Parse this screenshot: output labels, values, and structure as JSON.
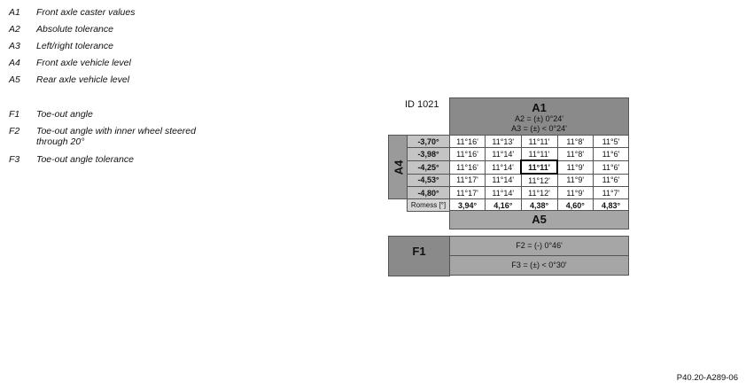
{
  "legend": [
    {
      "code": "A1",
      "desc": "Front axle caster values"
    },
    {
      "code": "A2",
      "desc": "Absolute tolerance"
    },
    {
      "code": "A3",
      "desc": "Left/right tolerance"
    },
    {
      "code": "A4",
      "desc": "Front axle vehicle level"
    },
    {
      "code": "A5",
      "desc": "Rear axle vehicle level"
    },
    {
      "code": "F1",
      "desc": "Toe-out angle"
    },
    {
      "code": "F2",
      "desc": "Toe-out angle with inner wheel steered through 20°"
    },
    {
      "code": "F3",
      "desc": "Toe-out angle tolerance"
    }
  ],
  "table": {
    "id_label": "ID 1021",
    "a1_label": "A1",
    "a2_text": "A2 = (±) 0°24'",
    "a3_text": "A3 = (±) < 0°24'",
    "a4_label": "A4",
    "a5_label": "A5",
    "rows": [
      {
        "level": "-3,70°",
        "values": [
          "11°16'",
          "11°13'",
          "11°11'",
          "11°8'",
          "11°5'"
        ]
      },
      {
        "level": "-3,98°",
        "values": [
          "11°16'",
          "11°14'",
          "11°11'",
          "11°8'",
          "11°6'"
        ]
      },
      {
        "level": "-4,25°",
        "values": [
          "11°16'",
          "11°14'",
          "11°11'",
          "11°9'",
          "11°6'"
        ]
      },
      {
        "level": "-4,53°",
        "values": [
          "11°17'",
          "11°14'",
          "11°12'",
          "11°9'",
          "11°6'"
        ]
      },
      {
        "level": "-4,80°",
        "values": [
          "11°17'",
          "11°14'",
          "11°12'",
          "11°9'",
          "11°7'"
        ]
      }
    ],
    "romess_label": "Romess [°]",
    "romess_values": [
      "3,94°",
      "4,16°",
      "4,38°",
      "4,60°",
      "4,83°"
    ]
  },
  "toe": {
    "f1_label": "F1",
    "f2_text": "F2 = (-) 0°46'",
    "f3_text": "F3 = (±) < 0°30'"
  },
  "reference": "P40.20-A289-06"
}
